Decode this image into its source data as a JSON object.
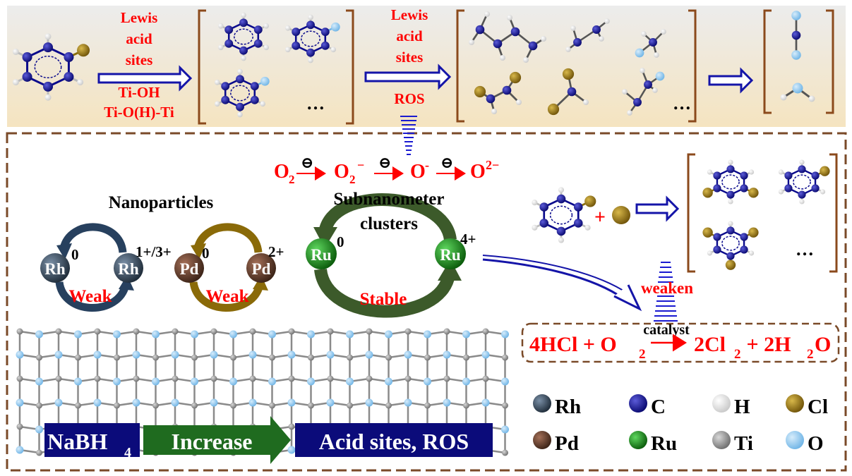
{
  "top_band": {
    "step1": {
      "l1": "Lewis",
      "l2": "acid",
      "l3": "sites",
      "c1": "Ti-OH",
      "c2": "Ti-O(H)-Ti"
    },
    "step2": {
      "l1": "Lewis",
      "l2": "acid",
      "l3": "sites",
      "c1": "ROS"
    },
    "ellipsis1": "…",
    "ellipsis2": "…"
  },
  "ros_chain": {
    "o2": "O",
    "sub2": "2",
    "o2m": "O",
    "o2m_sup": "−",
    "om": "O",
    "om_sup": "-",
    "o2mm": "O",
    "o2mm_sup": "2−",
    "electron": "⊖"
  },
  "nanoparticles": {
    "title": "Nanoparticles",
    "rh": {
      "label": "Rh",
      "left_ox": "0",
      "right_ox": "1+/3+",
      "note": "Weak"
    },
    "pd": {
      "label": "Pd",
      "left_ox": "0",
      "right_ox": "2+",
      "note": "Weak"
    }
  },
  "clusters": {
    "title1": "Subnanometer",
    "title2": "clusters",
    "ru": {
      "label": "Ru",
      "left_ox": "0",
      "right_ox": "4+",
      "note": "Stable"
    }
  },
  "reaction_right": {
    "plus": "+",
    "ellipsis": "…",
    "weaken": "weaken"
  },
  "deacon": {
    "hcl": "4HCl + O",
    "sub2": "2",
    "catalyst": "catalyst",
    "cl": "2Cl",
    "sub2b": "2",
    "plus": " + 2H",
    "sub2c": "2",
    "o": "O"
  },
  "bottom_bar": {
    "nabh": "NaBH",
    "sub4": "4",
    "increase": "Increase",
    "result": "Acid sites, ROS"
  },
  "legend": [
    {
      "label": "Rh",
      "color": "#34495e"
    },
    {
      "label": "C",
      "color": "#0a0a8c"
    },
    {
      "label": "H",
      "color": "#f4f4f4"
    },
    {
      "label": "Cl",
      "color": "#8a6d0a"
    },
    {
      "label": "Pd",
      "color": "#5c3a28"
    },
    {
      "label": "Ru",
      "color": "#1a8a1a"
    },
    {
      "label": "Ti",
      "color": "#8d8d8d"
    },
    {
      "label": "O",
      "color": "#8fc8ee"
    }
  ],
  "colors": {
    "red": "#ff0000",
    "navy": "#0b0b7a",
    "brown": "#8b4a1c",
    "darkgreen": "#3c5a2a"
  }
}
